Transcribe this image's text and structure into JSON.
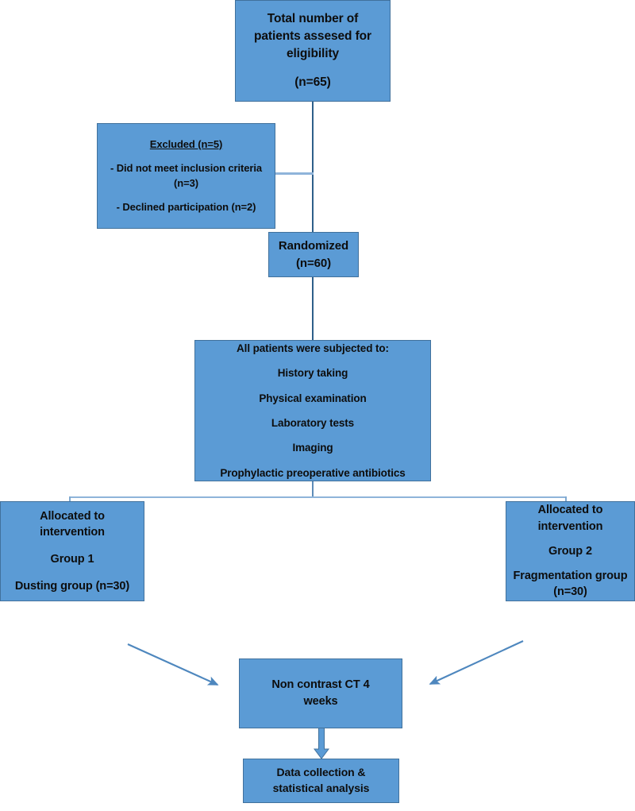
{
  "diagram": {
    "type": "flowchart",
    "title": "CONSORT patient flow diagram",
    "colors": {
      "node_fill": "#5B9BD5",
      "node_border": "#41719C",
      "connector": "#2E5F8A",
      "connector_light": "#8FB4DA",
      "text": "#0D0D0D",
      "background": "#FFFFFF"
    }
  },
  "nodes": {
    "total_assessed": {
      "id": "total-assessed",
      "lines": [
        "Total number of",
        "patients assesed for",
        "eligibility"
      ],
      "count_label": "(n=65)",
      "n": 65
    },
    "excluded": {
      "id": "excluded",
      "heading": "Excluded (n=5)",
      "n": 5,
      "reasons": [
        {
          "text": "- Did not meet inclusion criteria",
          "count_label": "(n=3)",
          "n": 3
        },
        {
          "text": "- Declined participation (n=2)",
          "count_label": "",
          "n": 2
        }
      ]
    },
    "randomized": {
      "id": "randomized",
      "label": "Randomized",
      "count_label": "(n=60)",
      "n": 60
    },
    "all_patients": {
      "id": "all-patients-subjected",
      "heading": "All patients were subjected to:",
      "items": [
        "History taking",
        "Physical examination",
        "Laboratory tests",
        "Imaging",
        "Prophylactic preoperative antibiotics"
      ]
    },
    "group1": {
      "id": "group-1",
      "lines": [
        "Allocated to",
        "intervention"
      ],
      "group_label": "Group 1",
      "detail": "Dusting group (n=30)",
      "n": 30
    },
    "group2": {
      "id": "group-2",
      "lines": [
        "Allocated to",
        "intervention"
      ],
      "group_label": "Group 2",
      "detail": "Fragmentation group",
      "count_label": "(n=30)",
      "n": 30
    },
    "followup_ct": {
      "id": "non-contrast-ct",
      "lines": [
        "Non contrast CT 4",
        "weeks"
      ]
    },
    "analysis": {
      "id": "data-collection-analysis",
      "lines": [
        "Data collection &",
        "statistical analysis"
      ]
    }
  },
  "connectors": [
    {
      "from": "total_assessed",
      "to": "randomized",
      "style": "vertical-line"
    },
    {
      "from": "total_assessed",
      "to": "excluded",
      "style": "horizontal-branch"
    },
    {
      "from": "randomized",
      "to": "all_patients",
      "style": "vertical-line"
    },
    {
      "from": "all_patients",
      "to": "group1",
      "style": "split-branch"
    },
    {
      "from": "all_patients",
      "to": "group2",
      "style": "split-branch"
    },
    {
      "from": "group1",
      "to": "followup_ct",
      "style": "diagonal-arrow"
    },
    {
      "from": "group2",
      "to": "followup_ct",
      "style": "diagonal-arrow"
    },
    {
      "from": "followup_ct",
      "to": "analysis",
      "style": "block-arrow-down"
    }
  ]
}
